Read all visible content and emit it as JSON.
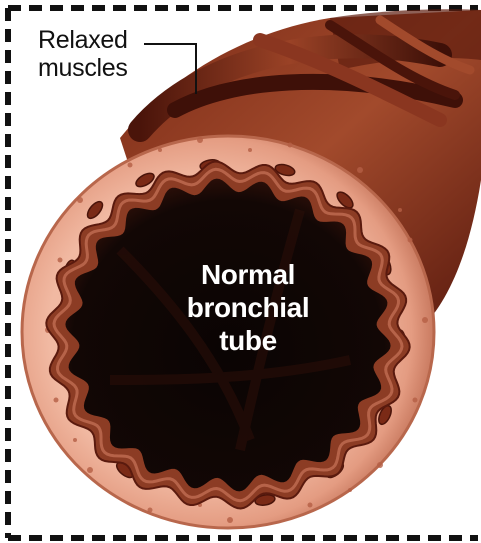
{
  "callout": {
    "line1": "Relaxed",
    "line2": "muscles"
  },
  "tube_label": {
    "line1": "Normal",
    "line2": "bronchial",
    "line3": "tube"
  },
  "colors": {
    "frame_dash": "#111111",
    "airway_lumen": "#060202",
    "mucosa": "#8a3a22",
    "wall_tissue": "#e9a890",
    "muscle_dark": "#5a1a0e",
    "muscle_mid": "#8c3a22"
  }
}
